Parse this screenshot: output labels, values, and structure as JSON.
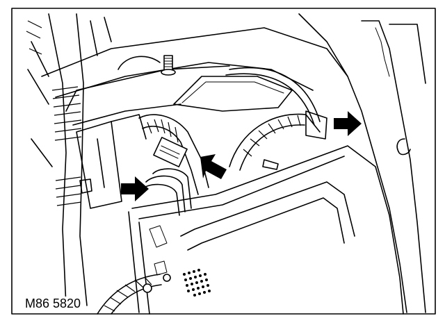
{
  "figure": {
    "reference_code": "M86 5820",
    "callout_arrows": [
      "arrow-right-center",
      "arrow-top-right",
      "arrow-bottom-left"
    ],
    "colors": {
      "ink": "#000000",
      "paper": "#ffffff"
    }
  }
}
